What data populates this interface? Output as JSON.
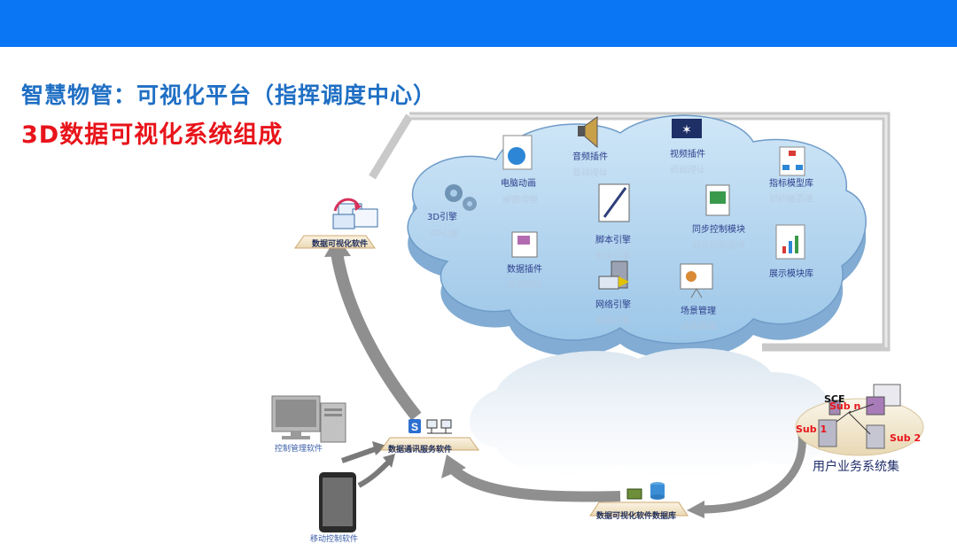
{
  "header": {
    "title": "智慧物管：可视化平台（指挥调度中心）",
    "subtitle": "3D数据可视化系统组成"
  },
  "cloud_modules": {
    "engine3d": "3D引擎",
    "pc_animation": "电脑动画",
    "audio_plugin": "音频插件",
    "video_plugin": "视频插件",
    "indicator_model_lib": "指标模型库",
    "script_engine": "脚本引擎",
    "sync_control": "同步控制模块",
    "data_plugin": "数据插件",
    "display_module_lib": "展示模块库",
    "network_engine": "网络引擎",
    "scene_management": "场景管理"
  },
  "nodes": {
    "viz_software": "数据可视化软件",
    "control_mgmt_software": "控制管理软件",
    "data_comm_software": "数据通讯服务软件",
    "mobile_control_software": "移动控制软件",
    "viz_database": "数据可视化软件数据库",
    "user_business_systems": "用户业务系统集"
  },
  "subsystems": {
    "sce": "SCE",
    "sub_n": "Sub n",
    "sub_1": "Sub 1",
    "sub_2": "Sub 2"
  },
  "colors": {
    "top_bar": "#0a76f4",
    "title": "#1f6fc4",
    "subtitle": "#e8141b",
    "cloud_fill": "#a9cdea",
    "cloud_side": "#7fa9cf",
    "arrow": "#8f8f8f"
  }
}
